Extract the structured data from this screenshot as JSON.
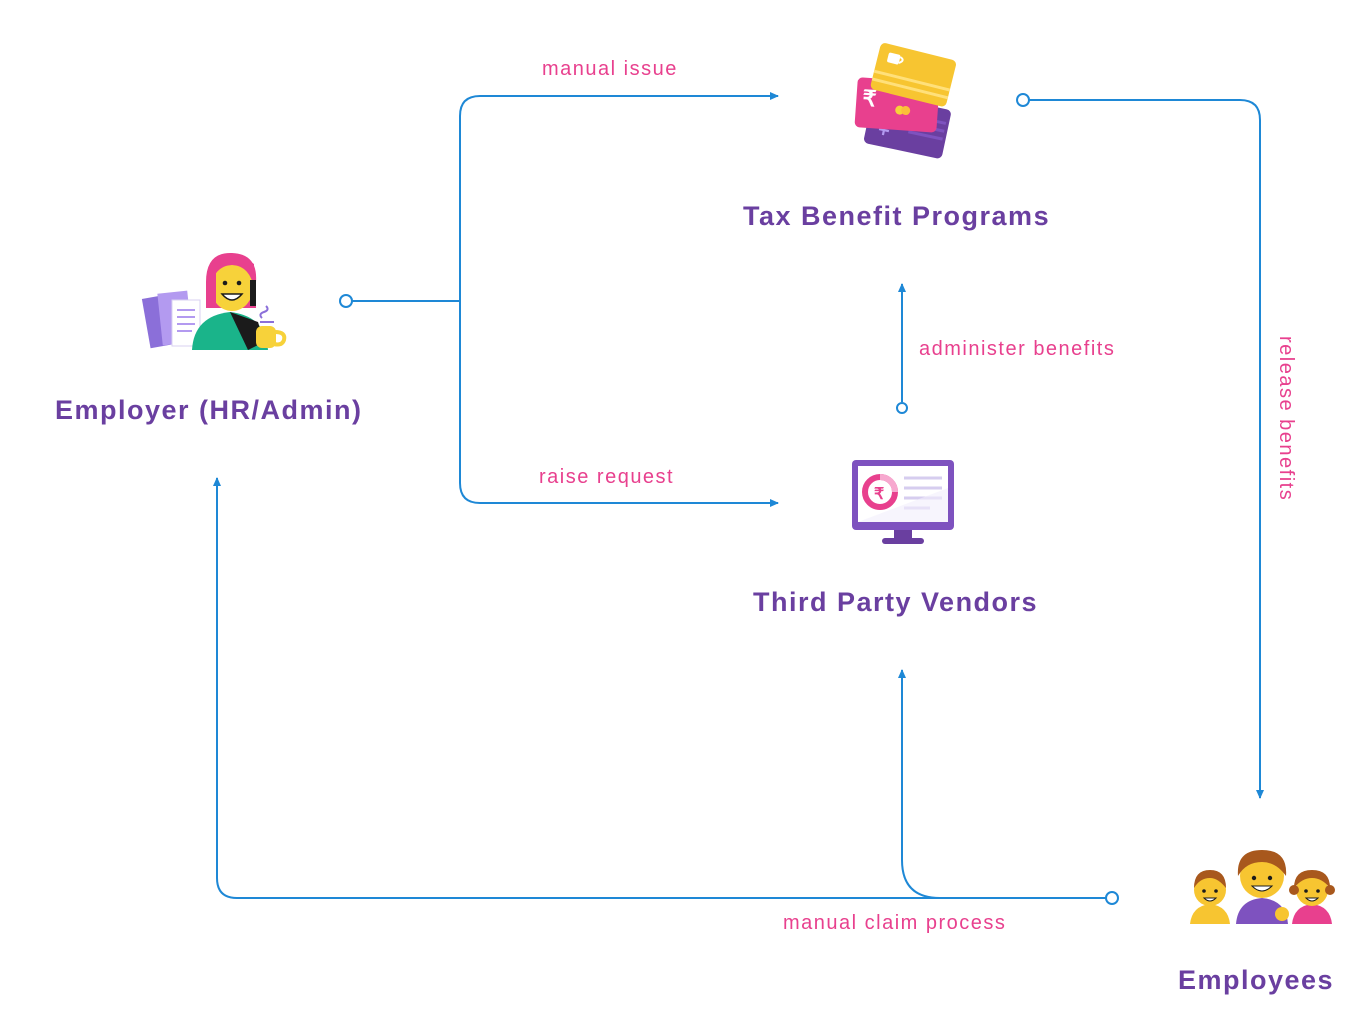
{
  "nodes": {
    "employer": "Employer (HR/Admin)",
    "tax_benefit_programs": "Tax Benefit Programs",
    "third_party_vendors": "Third Party Vendors",
    "employees": "Employees"
  },
  "edges": {
    "manual_issue": "manual issue",
    "raise_request": "raise request",
    "administer_benefits": "administer benefits",
    "release_benefits": "release benefits",
    "manual_claim_process": "manual claim process"
  },
  "icon_glyphs": {
    "rupee": "₹",
    "plus": "+"
  },
  "colors": {
    "line": "#1e88d6",
    "title": "#6a3fa0",
    "label": "#e8408e"
  }
}
